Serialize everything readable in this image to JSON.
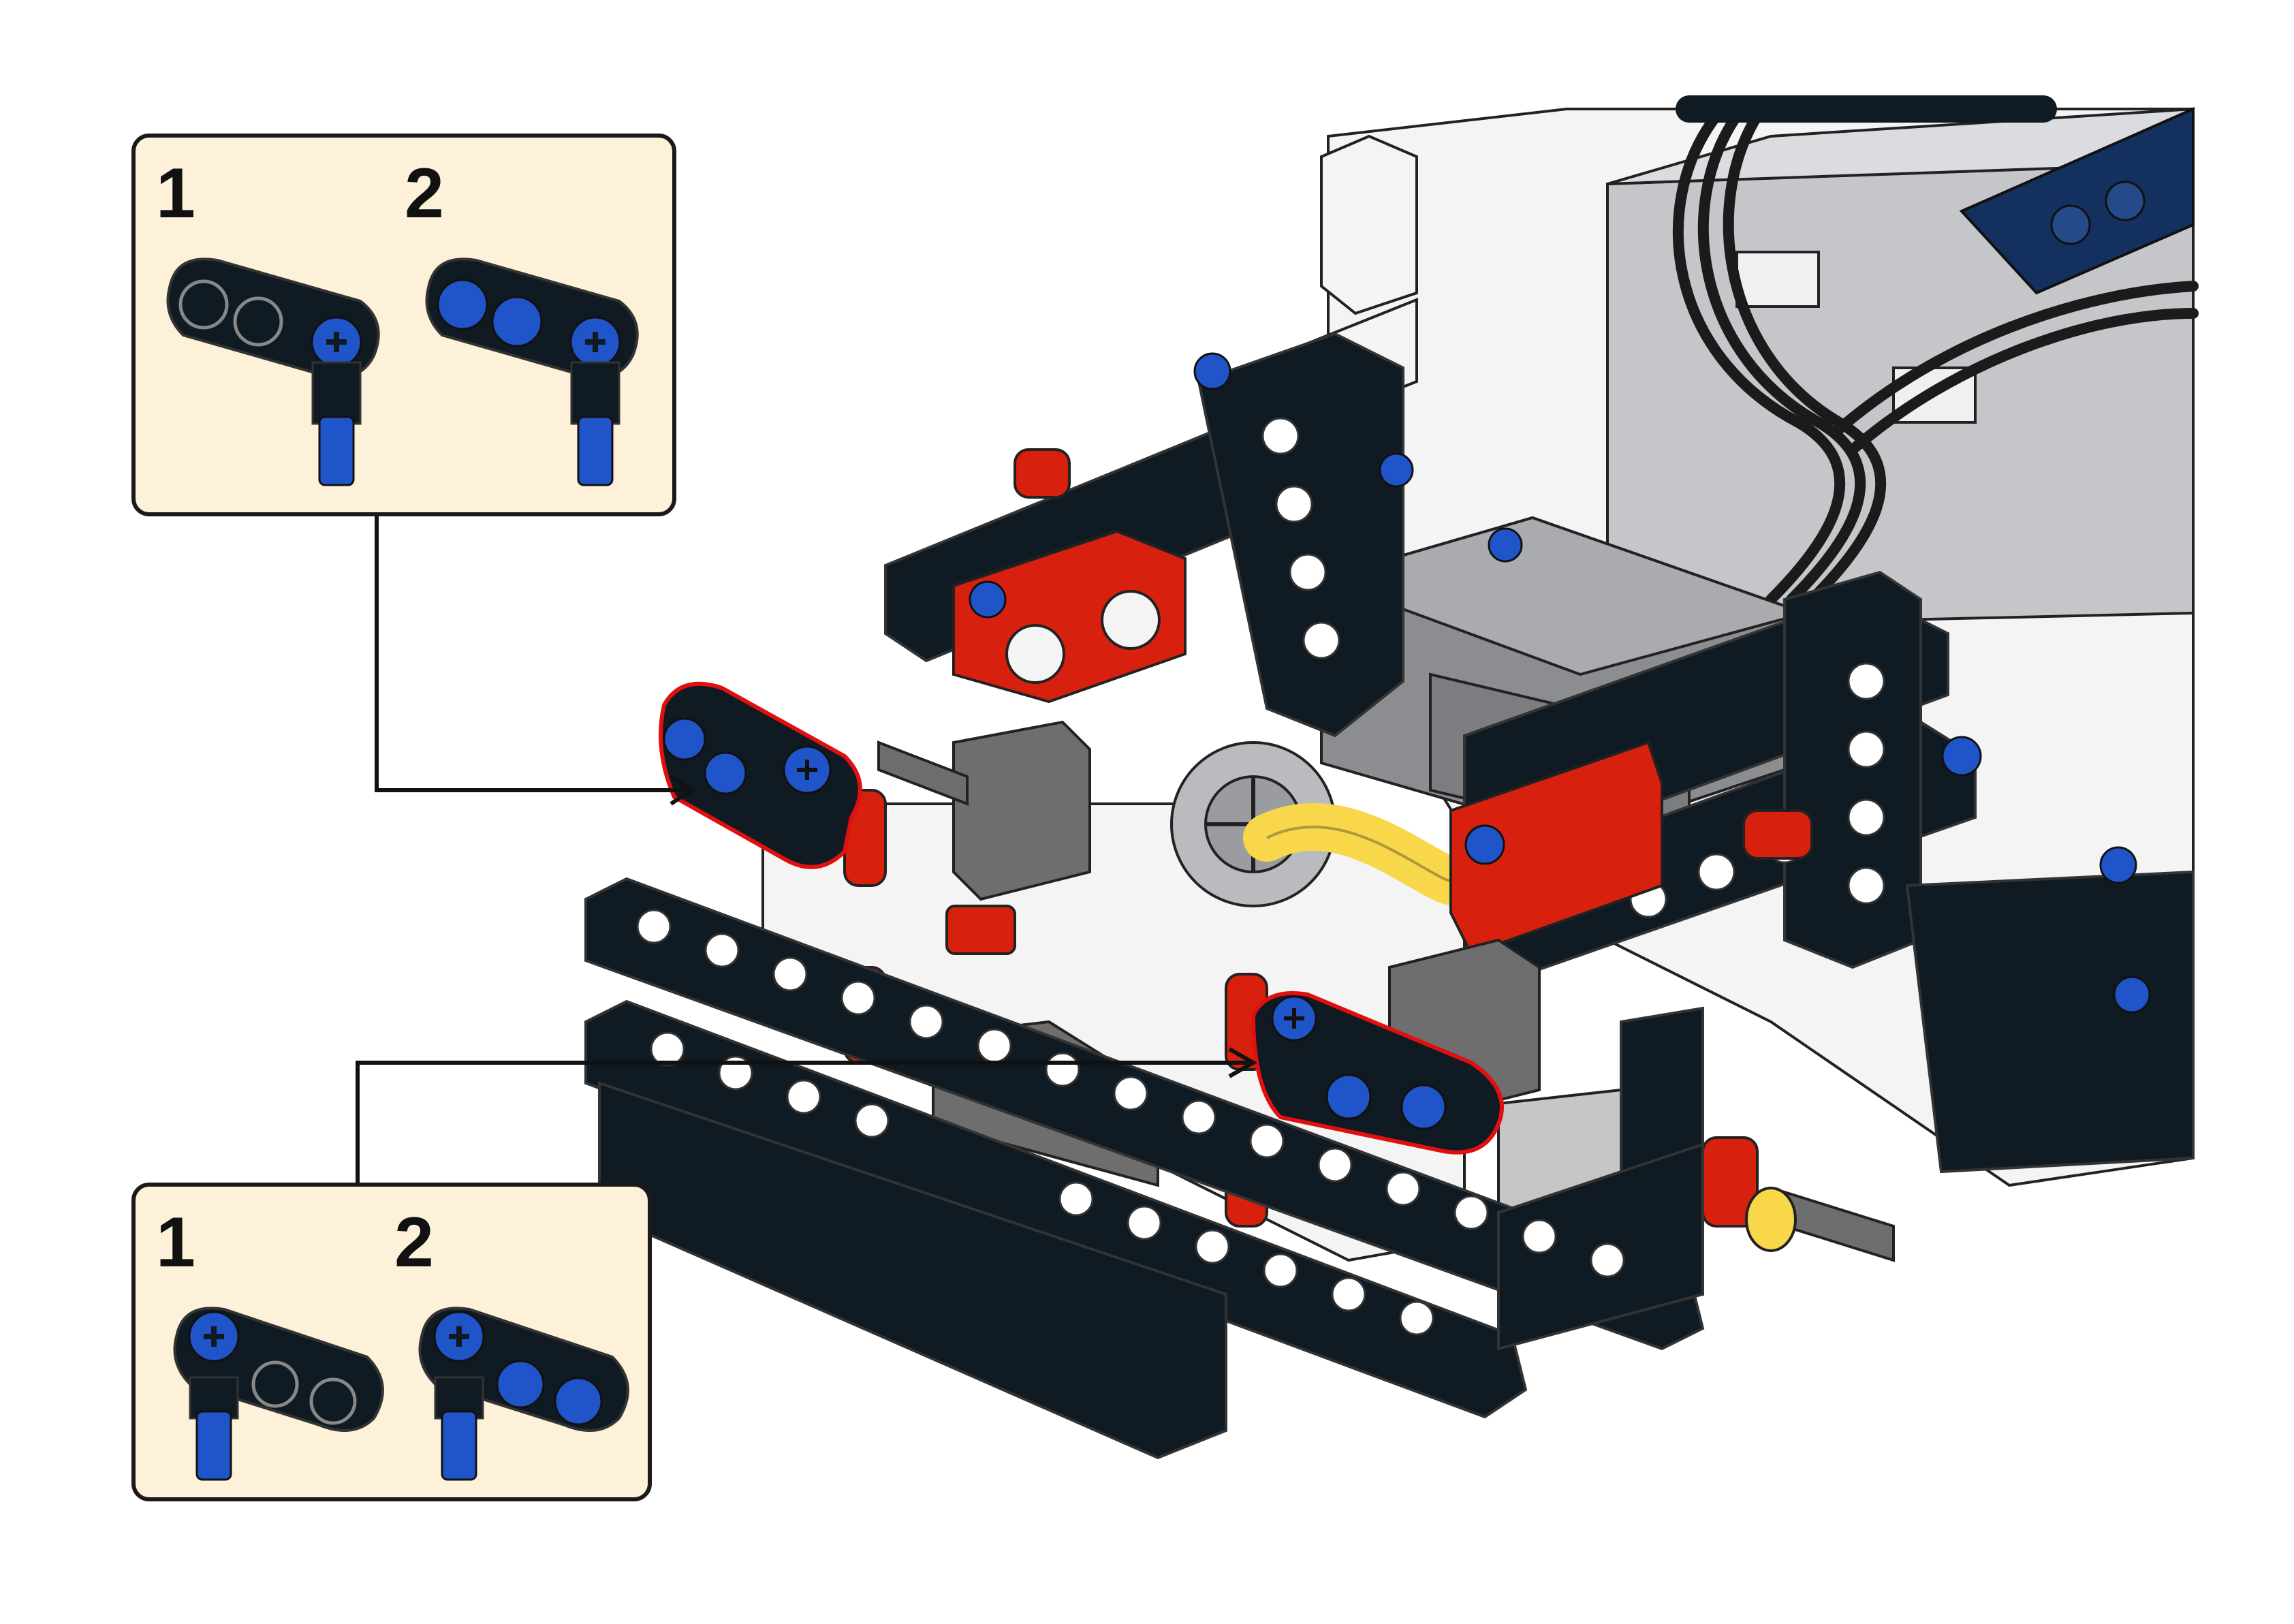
{
  "callouts": [
    {
      "id": "top",
      "substeps": [
        {
          "number": "1",
          "description_icon": "liftarm-pin-assembly-one-blue-pin"
        },
        {
          "number": "2",
          "description_icon": "liftarm-pin-assembly-three-blue-pins"
        }
      ]
    },
    {
      "id": "bottom",
      "substeps": [
        {
          "number": "1",
          "description_icon": "liftarm-pin-assembly-one-blue-pin-mirrored"
        },
        {
          "number": "2",
          "description_icon": "liftarm-pin-assembly-three-blue-pins-mirrored"
        }
      ]
    }
  ],
  "colors": {
    "callout_background": "#fdf2d9",
    "callout_border": "#1a1a1a",
    "part_black": "#0f1a22",
    "part_blue": "#1f55c8",
    "part_red": "#d8200f",
    "part_yellow": "#f8d84a",
    "part_gray": "#6e6e6e",
    "part_light_gray": "#c6c6c6",
    "part_dark_blue": "#14305e",
    "highlight_outline": "#e01010"
  }
}
